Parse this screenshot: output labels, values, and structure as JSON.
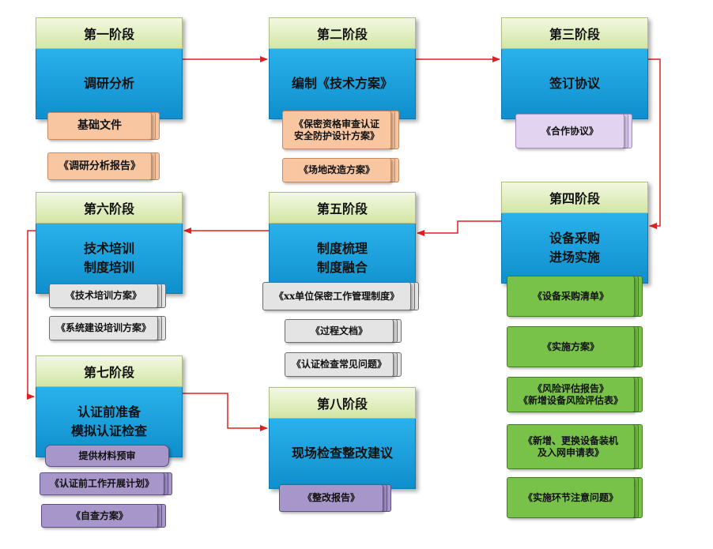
{
  "colors": {
    "connector": "#e02020"
  },
  "stages": [
    {
      "id": "s1",
      "header": "第一阶段",
      "lines": [
        "调研分析"
      ]
    },
    {
      "id": "s2",
      "header": "第二阶段",
      "lines": [
        "编制《技术方案》"
      ]
    },
    {
      "id": "s3",
      "header": "第三阶段",
      "lines": [
        "签订协议"
      ]
    },
    {
      "id": "s4",
      "header": "第四阶段",
      "lines": [
        "设备采购",
        "进场实施"
      ]
    },
    {
      "id": "s5",
      "header": "第五阶段",
      "lines": [
        "制度梳理",
        "制度融合"
      ]
    },
    {
      "id": "s6",
      "header": "第六阶段",
      "lines": [
        "技术培训",
        "制度培训"
      ]
    },
    {
      "id": "s7",
      "header": "第七阶段",
      "lines": [
        "认证前准备",
        "模拟认证检查"
      ]
    },
    {
      "id": "s8",
      "header": "第八阶段",
      "lines": [
        "现场检查整改建议"
      ]
    }
  ],
  "documents": [
    {
      "id": "d1",
      "lines": [
        "基础文件"
      ]
    },
    {
      "id": "d2",
      "lines": [
        "《调研分析报告》"
      ]
    },
    {
      "id": "d3",
      "lines": [
        "《保密资格审查认证",
        "安全防护设计方案》"
      ]
    },
    {
      "id": "d4",
      "lines": [
        "《场地改造方案》"
      ]
    },
    {
      "id": "d5",
      "lines": [
        "《合作协议》"
      ]
    },
    {
      "id": "d6",
      "lines": [
        "《技术培训方案》"
      ]
    },
    {
      "id": "d7",
      "lines": [
        "《系统建设培训方案》"
      ]
    },
    {
      "id": "d8",
      "lines": [
        "《xx单位保密工作管理制度》"
      ]
    },
    {
      "id": "d9",
      "lines": [
        "《过程文档》"
      ]
    },
    {
      "id": "d10",
      "lines": [
        "《认证检查常见问题》"
      ]
    },
    {
      "id": "d11",
      "lines": [
        "《设备采购清单》"
      ]
    },
    {
      "id": "d12",
      "lines": [
        "《实施方案》"
      ]
    },
    {
      "id": "d13",
      "lines": [
        "《风险评估报告》",
        "《新增设备风险评估表》"
      ]
    },
    {
      "id": "d14",
      "lines": [
        "《新增、更换设备装机",
        "及入网申请表》"
      ]
    },
    {
      "id": "d15",
      "lines": [
        "《实施环节注意问题》"
      ]
    },
    {
      "id": "d16",
      "lines": [
        "提供材料预审"
      ]
    },
    {
      "id": "d17",
      "lines": [
        "《认证前工作开展计划》"
      ]
    },
    {
      "id": "d18",
      "lines": [
        "《自查方案》"
      ]
    },
    {
      "id": "d19",
      "lines": [
        "《整改报告》"
      ]
    }
  ]
}
